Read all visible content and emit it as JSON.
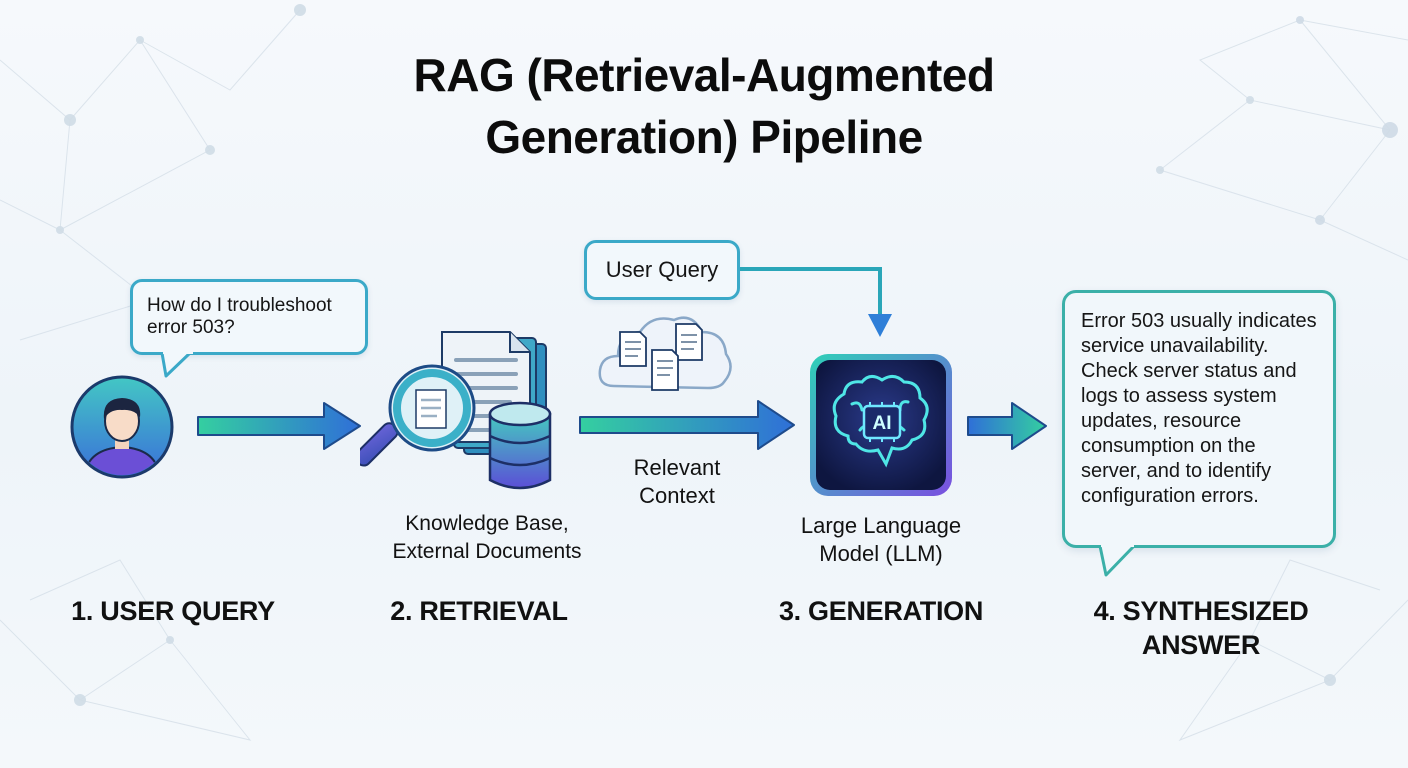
{
  "title": {
    "line1": "RAG (Retrieval-Augmented",
    "line2": "Generation) Pipeline"
  },
  "user_query_bubble": {
    "line1": "How do I troubleshoot",
    "line2": "error 503?"
  },
  "retrieval": {
    "source_label_line1": "Knowledge Base,",
    "source_label_line2": "External Documents",
    "context_label_line1": "Relevant",
    "context_label_line2": "Context"
  },
  "generation": {
    "query_box_label": "User Query",
    "chip_text": "AI",
    "model_label_line1": "Large Language",
    "model_label_line2": "Model (LLM)"
  },
  "answer": {
    "lines": [
      "Error 503 usually indicates",
      "service unavailability.",
      "Check server status and",
      "logs to assess system",
      "updates, resource",
      "consumption on the",
      "server, and to identify",
      "configuration errors."
    ]
  },
  "steps": {
    "step1": "1. USER QUERY",
    "step2": "2. RETRIEVAL",
    "step3": "3. GENERATION",
    "step4_line1": "4. SYNTHESIZED",
    "step4_line2": "ANSWER"
  },
  "colors": {
    "arrow_start": "#2ec8a0",
    "arrow_end": "#2f6fd8",
    "accent_teal": "#3bb0a8",
    "accent_blue": "#2f6fd8",
    "accent_purple": "#6a4cd8"
  }
}
